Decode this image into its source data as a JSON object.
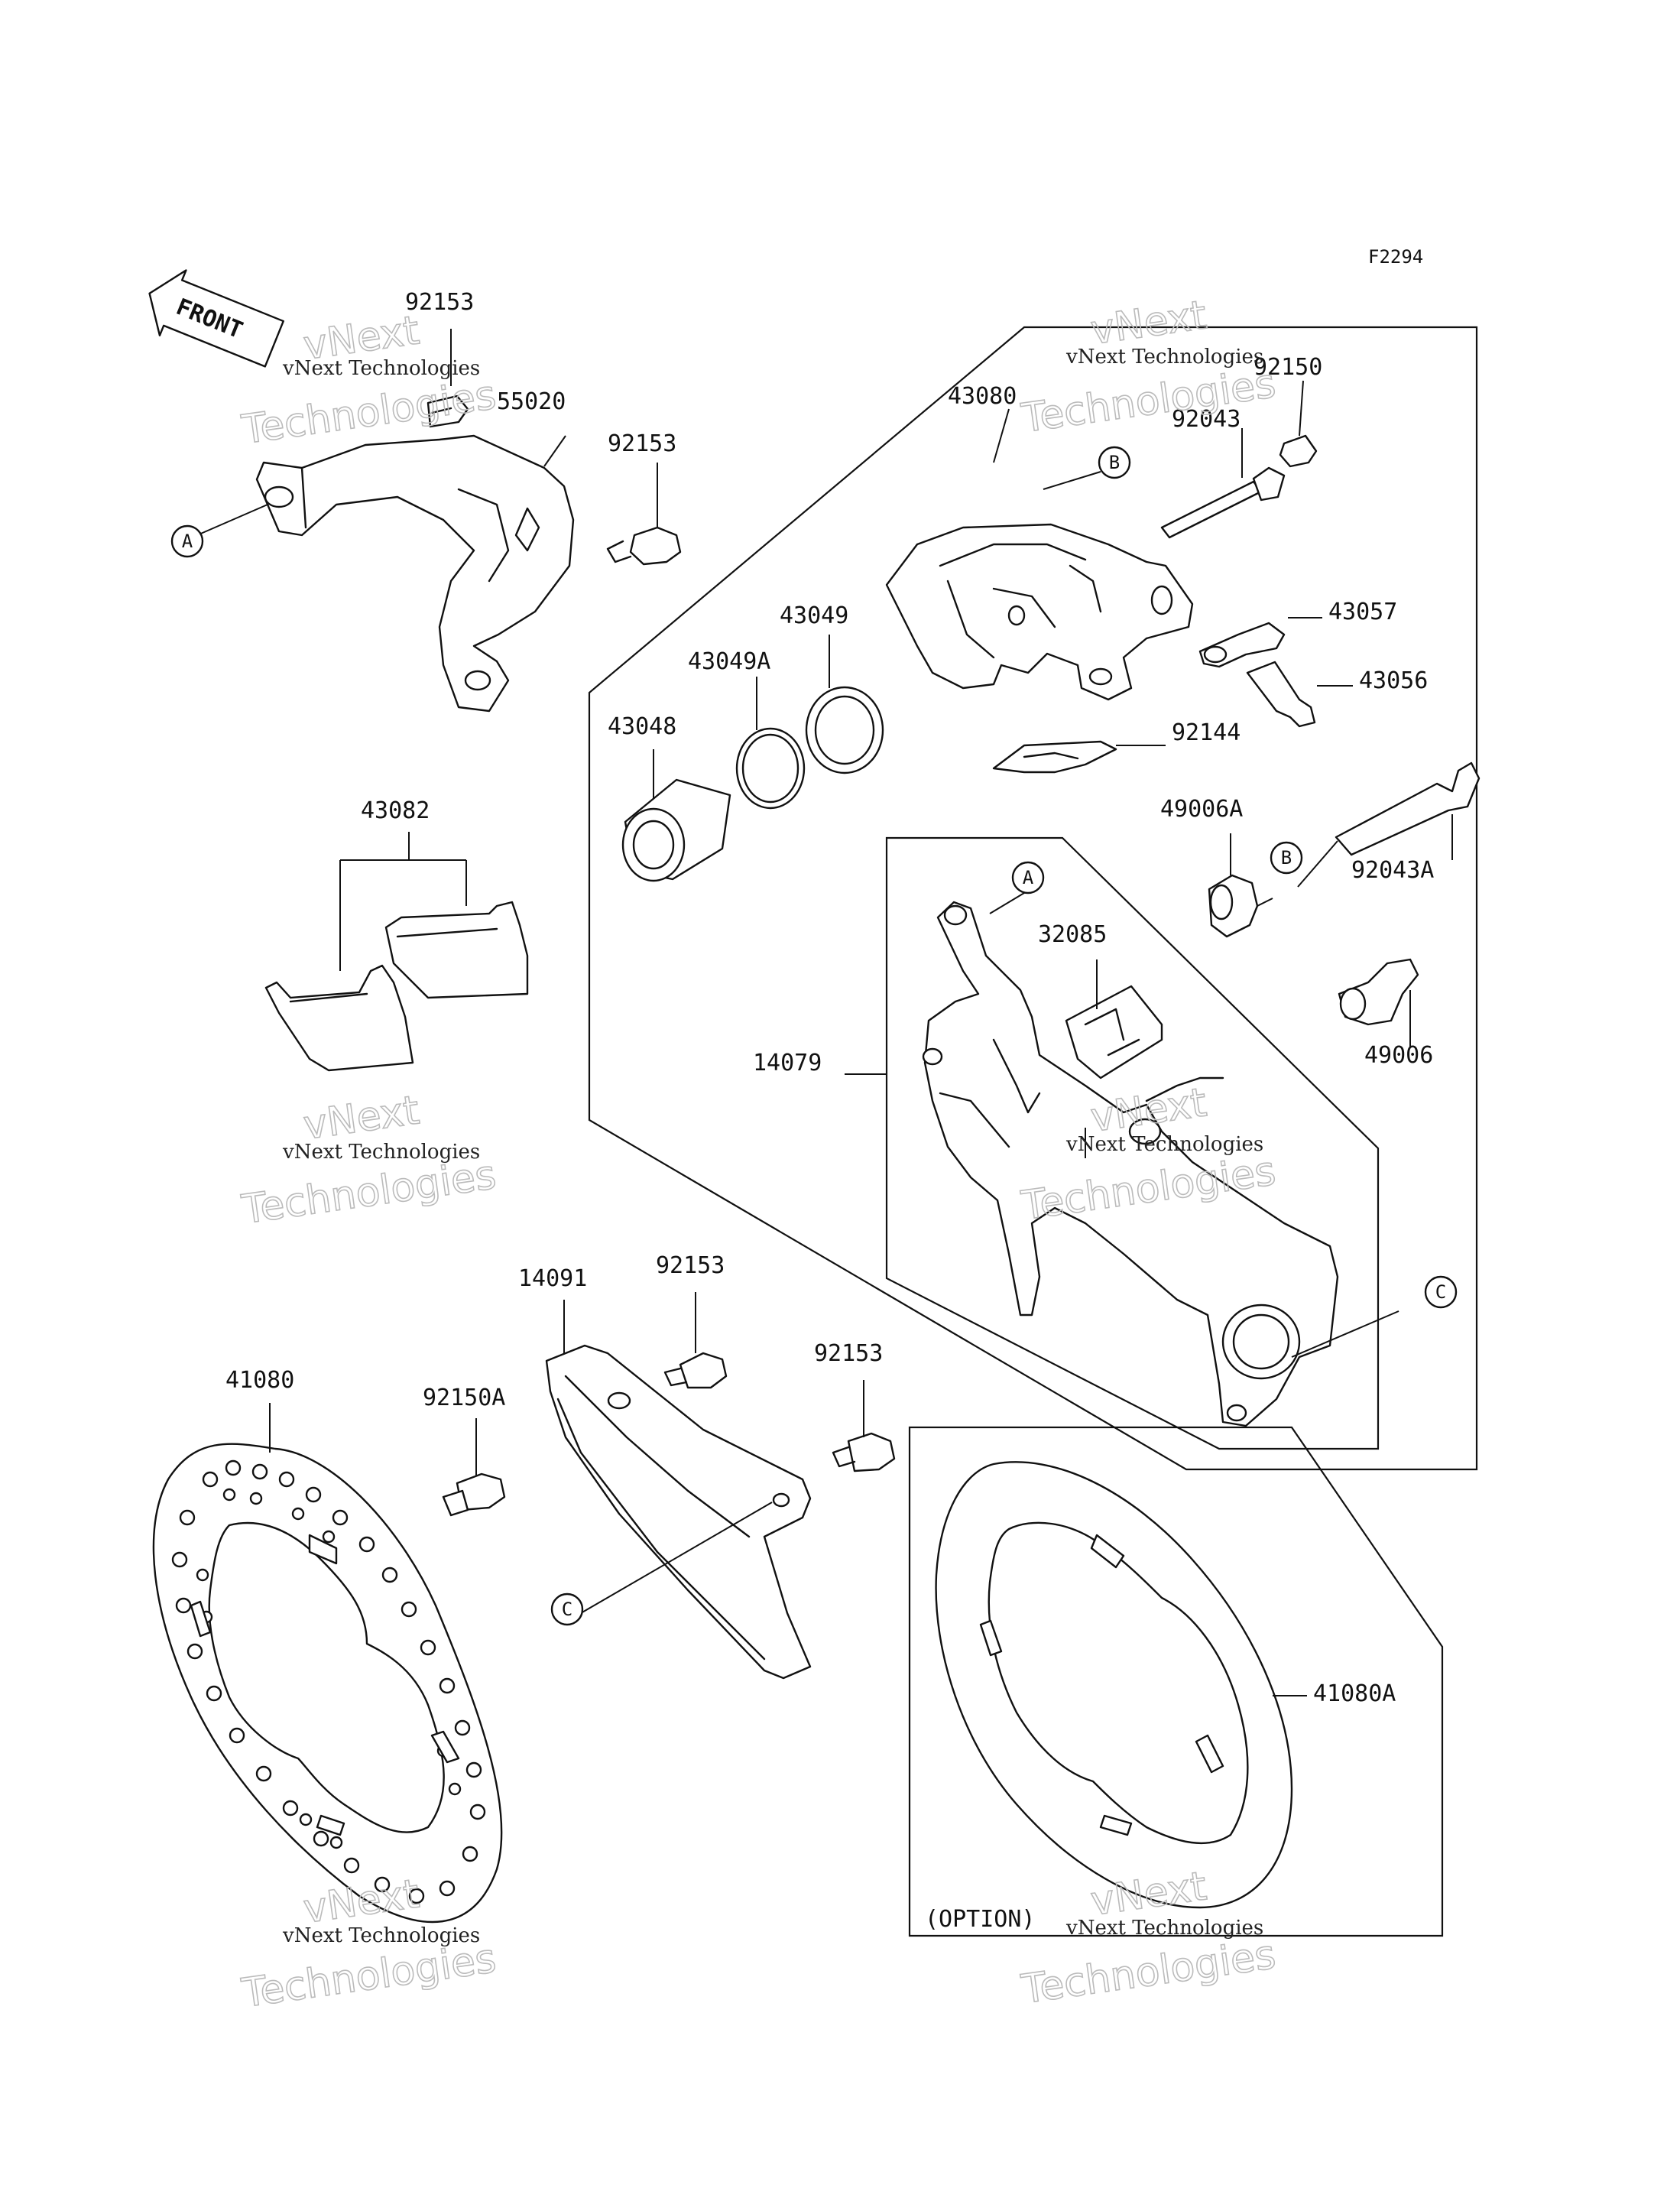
{
  "figure_code": "F2294",
  "front_label": "FRONT",
  "option_label": "(OPTION)",
  "watermark": {
    "line1": "vNext Technologies",
    "line2": "vNext",
    "line3": "Technologies"
  },
  "callouts": {
    "a": "A",
    "b": "B",
    "c": "C"
  },
  "parts": {
    "p92153_top": "92153",
    "p55020": "55020",
    "p92153_b": "92153",
    "p43080": "43080",
    "p92150": "92150",
    "p92043": "92043",
    "p43057": "43057",
    "p43056": "43056",
    "p43049": "43049",
    "p43049a": "43049A",
    "p43048": "43048",
    "p92144": "92144",
    "p43082": "43082",
    "p49006a": "49006A",
    "p92043a": "92043A",
    "p32085": "32085",
    "p14079": "14079",
    "p49006": "49006",
    "p14091": "14091",
    "p92153_c": "92153",
    "p92153_d": "92153",
    "p41080": "41080",
    "p92150a": "92150A",
    "p41080a": "41080A"
  }
}
